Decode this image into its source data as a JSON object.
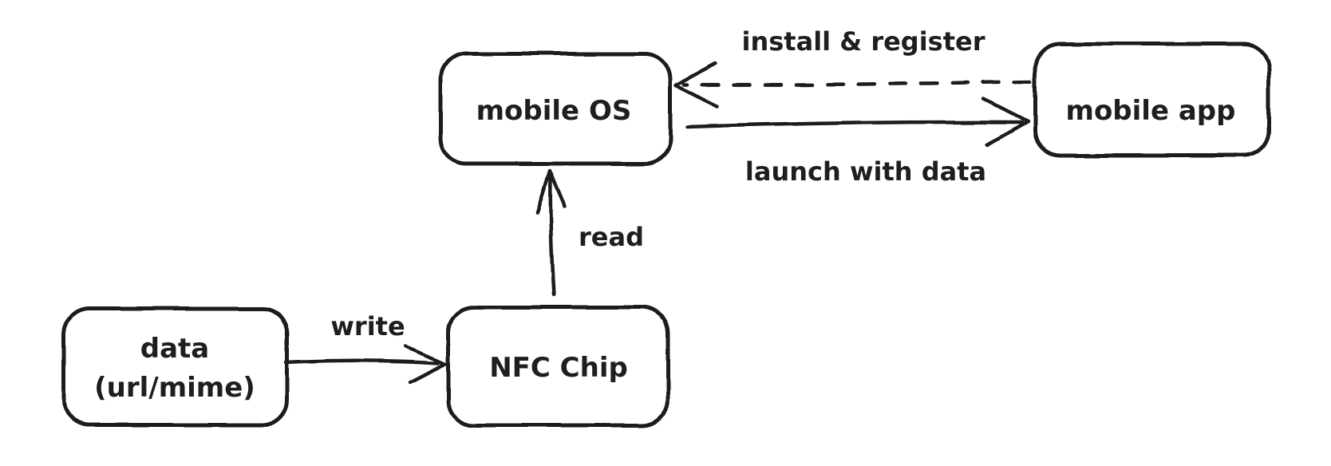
{
  "diagram": {
    "background_color": "#ffffff",
    "ink_color": "#1e1e1e",
    "nodes": [
      {
        "id": "data",
        "line1": "data",
        "line2": "(url/mime)"
      },
      {
        "id": "nfc-chip",
        "label": "NFC Chip"
      },
      {
        "id": "mobile-os",
        "label": "mobile OS"
      },
      {
        "id": "mobile-app",
        "label": "mobile app"
      }
    ],
    "edges": [
      {
        "id": "write",
        "label": "write",
        "from": "data",
        "to": "nfc-chip",
        "line_style": "solid"
      },
      {
        "id": "read",
        "label": "read",
        "from": "nfc-chip",
        "to": "mobile-os",
        "line_style": "solid"
      },
      {
        "id": "launch-with-data",
        "label": "launch with data",
        "from": "mobile-os",
        "to": "mobile-app",
        "line_style": "solid"
      },
      {
        "id": "install-and-register",
        "label": "install & register",
        "from": "mobile-app",
        "to": "mobile-os",
        "line_style": "dashed"
      }
    ]
  }
}
